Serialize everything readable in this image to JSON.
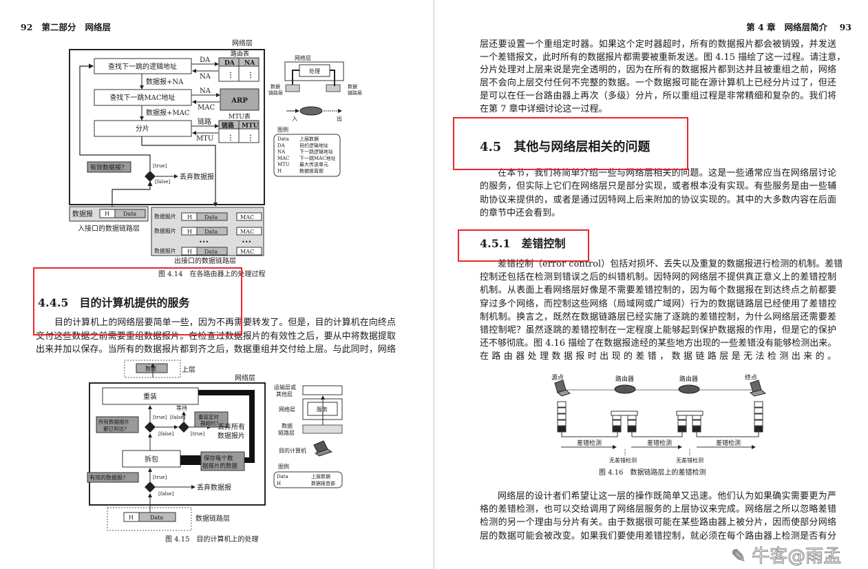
{
  "left_page": {
    "header": {
      "page_number": "92",
      "part": "第二部分",
      "title": "网络层"
    },
    "figure_4_14": {
      "network_layer": "网络层",
      "step1": "查找下一跳的逻辑地址",
      "step2": "查找下一跳MAC地址",
      "step3": "分片",
      "arrow_da": "DA",
      "arrow_na": "NA",
      "arrow_na2": "NA",
      "arrow_mac": "MAC",
      "arrow_link": "链路",
      "arrow_mtu": "MTU",
      "datagram_na": "数据报+NA",
      "datagram_mac": "数据报+MAC",
      "routing_table": {
        "title": "路由表",
        "col1": "DA",
        "col2": "NA"
      },
      "arp": "ARP",
      "mtu_table": {
        "title": "MTU表",
        "col1": "链路",
        "col2": "MTU"
      },
      "valid_note": "有效数据报?",
      "true_label": "[true]",
      "false_label": "[false]",
      "discard": "丢弃数据报",
      "in_datagram": "数据报",
      "h": "H",
      "data": "Data",
      "in_label": "入接口的数据链路层",
      "fragment": "数据报片",
      "mac": "MAC",
      "dots": "•••",
      "out_label": "出接口的数据链路层",
      "mini_network_layer": "网络层",
      "mini_process": "处理",
      "mini_dll_left": [
        "数据",
        "链路层"
      ],
      "mini_dll_right": [
        "数据",
        "链路层"
      ],
      "mini_in": "入",
      "mini_out": "出",
      "legend_title": "图例",
      "legend": [
        {
          "key": "Data",
          "value": "上层数据"
        },
        {
          "key": "DA",
          "value": "目的逻辑地址"
        },
        {
          "key": "NA",
          "value": "下一跳逻辑地址"
        },
        {
          "key": "MAC",
          "value": "下一跳MAC地址"
        },
        {
          "key": "MTU",
          "value": "最大传送单元"
        },
        {
          "key": "H",
          "value": "数据报首部"
        }
      ],
      "caption": "图 4.14　在各路由器上的处理过程"
    },
    "section_4_4_5": {
      "heading": "4.4.5　目的计算机提供的服务",
      "lines": [
        "目的计算机上的网络层要简单一些，因为不再需要转发了。但是，目的计算机在向终点",
        "交付这些数据之前需要重组数据报片。在检查过数据报片的有效性之后，要从中将数据提取",
        "出来并加以保存。当所有的数据报片都到齐之后，数据重组并交付给上层。与此同时，网络"
      ]
    },
    "figure_4_15": {
      "upper_data": "数据",
      "upper_layer": "上层",
      "network_layer": "网络层",
      "reassemble": "重装",
      "wait": "等待",
      "all_arrived": [
        "所有数据报片",
        "都已到达?"
      ],
      "timer_note": [
        "重装定时",
        "器超时?"
      ],
      "discard_all": [
        "丢弃所有",
        "数据报片"
      ],
      "true_label": "[true]",
      "false_label": "[false]",
      "unpack": "拆包",
      "save": [
        "保存每个数",
        "据报片的数据"
      ],
      "valid_note": "有效的数据报?",
      "discard": "丢弃数据报",
      "h": "H",
      "data": "Data",
      "dll_label": "数据链路层",
      "side_transport": [
        "运输层或",
        "其他层"
      ],
      "side_network": "网络层",
      "side_service": "服务",
      "side_dll": [
        "数据",
        "链路层"
      ],
      "side_dest": "目的计算机",
      "legend_title": "图例",
      "legend": [
        {
          "key": "Data",
          "value": "上层数据"
        },
        {
          "key": "H",
          "value": "数据报首部"
        }
      ],
      "caption": "图 4.15　目的计算机上的处理"
    }
  },
  "right_page": {
    "header": {
      "chapter": "第 4 章",
      "title": "网络层简介",
      "page_number": "93"
    },
    "para1": [
      "层还要设置一个重组定时器。如果这个定时器超时，所有的数据报片都会被销毁，并发送",
      "一个差错报文，此时所有的数据报片都需要被重新发送。图 4.15 描绘了这一过程。请注意，",
      "分片处理对上层来说是完全透明的，因为在所有的数据报片都到达并且被重组之前，网络",
      "层不会向上层交付任何不完整的数据。一个数据报可能在源计算机上已经分片过了，但还",
      "是可以在任一台路由器上再次（多级）分片，所以重组过程是非常精细和复杂的。我们将",
      "在第 7 章中详细讨论这一过程。"
    ],
    "section_4_5": {
      "heading": "4.5　其他与网络层相关的问题",
      "lines": [
        "在本节，我们将简单介绍一些与网络层相关的问题。这是一些通常应当在网络层讨论",
        "的服务，但实际上它们在网络层只是部分实现，或者根本没有实现。有些服务是由一些辅",
        "助协议来提供的，或者是通过因特网上后来附加的协议实现的。其中的大多数内容在后面",
        "的章节中还会看到。"
      ]
    },
    "section_4_5_1": {
      "heading": "4.5.1　差错控制",
      "lines": [
        "差错控制（error control）包括对损坏、丢失以及重复的数据报进行检测的机制。差错",
        "控制还包括在检测到错误之后的纠错机制。因特网的网络层不提供真正意义上的差错控制",
        "机制。从表面上看网络层好像是不需要差错控制的，因为每个数据报在到达终点之前都要",
        "穿过多个网络，而控制这些网络（局域网或广域网）行为的数据链路层已经使用了差错控",
        "制机制。换言之，既然在数据链路层已经实施了逐跳的差错控制，为什么网络层还需要差",
        "错控制呢？虽然逐跳的差错控制在一定程度上能够起到保护数据报的作用，但是它的保护",
        "还不够彻底。图 4.16 描绘了在数据报途经的某些地方出现的一些差错没有能够检测出来。",
        "在路由器处理数据报时出现的差错，数据链路层是无法检测出来的。"
      ]
    },
    "figure_4_16": {
      "source": "源点",
      "router1": "路由器",
      "router2": "路由器",
      "destination": "终点",
      "error_detection": "差错检测",
      "no_error_detection": "无差错检测",
      "caption": "图 4.16　数据链路层上的差错检测"
    },
    "para_last": [
      "网络层的设计者们希望让这一层的操作既简单又迅速。他们认为如果确实需要更为严",
      "格的差错检测，也可以交给调用了网络层服务的上层协议来完成。网络层之所以忽略差错",
      "检测的另一个理由与分片有关。由于数据很可能在某些路由器上被分片，因而使部分网络",
      "层的数据可能会被改变。如果我们要使用差错控制，就必须在每个路由器上检测是否有分"
    ]
  },
  "watermark": "牛客@雨孟",
  "colors": {
    "highlight_box": "#e8262b",
    "diagram_fill": "#c8c8c8",
    "text": "#1a1a1a"
  }
}
